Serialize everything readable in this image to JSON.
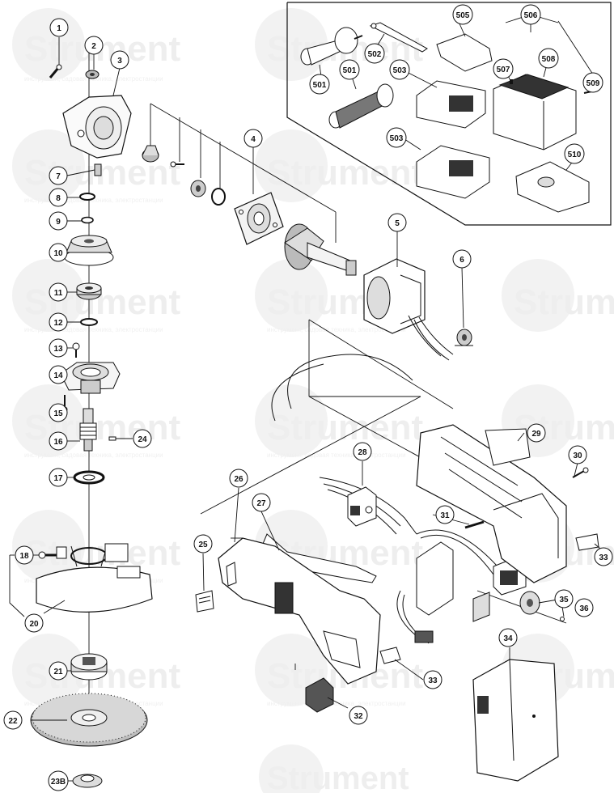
{
  "watermark": {
    "brand": "Strument",
    "tagline": "инструмент, садовая техника, электростанции"
  },
  "callouts": [
    {
      "id": "c1",
      "label": "1"
    },
    {
      "id": "c2",
      "label": "2"
    },
    {
      "id": "c3",
      "label": "3"
    },
    {
      "id": "c4",
      "label": "4"
    },
    {
      "id": "c5",
      "label": "5"
    },
    {
      "id": "c6",
      "label": "6"
    },
    {
      "id": "c7",
      "label": "7"
    },
    {
      "id": "c8",
      "label": "8"
    },
    {
      "id": "c9",
      "label": "9"
    },
    {
      "id": "c10",
      "label": "10"
    },
    {
      "id": "c11",
      "label": "11"
    },
    {
      "id": "c12",
      "label": "12"
    },
    {
      "id": "c13",
      "label": "13"
    },
    {
      "id": "c14",
      "label": "14"
    },
    {
      "id": "c15",
      "label": "15"
    },
    {
      "id": "c16",
      "label": "16"
    },
    {
      "id": "c17",
      "label": "17"
    },
    {
      "id": "c18",
      "label": "18"
    },
    {
      "id": "c20",
      "label": "20"
    },
    {
      "id": "c21",
      "label": "21"
    },
    {
      "id": "c22",
      "label": "22"
    },
    {
      "id": "c23b",
      "label": "23B"
    },
    {
      "id": "c24",
      "label": "24"
    },
    {
      "id": "c25",
      "label": "25"
    },
    {
      "id": "c26",
      "label": "26"
    },
    {
      "id": "c27",
      "label": "27"
    },
    {
      "id": "c28",
      "label": "28"
    },
    {
      "id": "c29",
      "label": "29"
    },
    {
      "id": "c30",
      "label": "30"
    },
    {
      "id": "c31",
      "label": "31"
    },
    {
      "id": "c32",
      "label": "32"
    },
    {
      "id": "c33a",
      "label": "33"
    },
    {
      "id": "c33b",
      "label": "33"
    },
    {
      "id": "c34",
      "label": "34"
    },
    {
      "id": "c35",
      "label": "35"
    },
    {
      "id": "c36",
      "label": "36"
    },
    {
      "id": "c501a",
      "label": "501"
    },
    {
      "id": "c501b",
      "label": "501"
    },
    {
      "id": "c502",
      "label": "502"
    },
    {
      "id": "c503a",
      "label": "503"
    },
    {
      "id": "c503b",
      "label": "503"
    },
    {
      "id": "c505",
      "label": "505"
    },
    {
      "id": "c506",
      "label": "506"
    },
    {
      "id": "c507",
      "label": "507"
    },
    {
      "id": "c508",
      "label": "508"
    },
    {
      "id": "c509",
      "label": "509"
    },
    {
      "id": "c510",
      "label": "510"
    }
  ]
}
